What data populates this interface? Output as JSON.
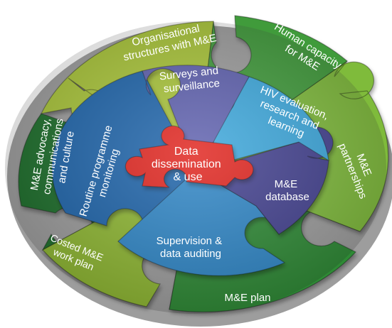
{
  "diagram": {
    "center": {
      "lines": [
        "Data",
        "dissemination",
        "& use"
      ],
      "color": "#e0201b"
    },
    "middle_ring": [
      {
        "id": "surveys",
        "lines": [
          "Surveys and",
          "surveillance"
        ],
        "color": "#5d5fae"
      },
      {
        "id": "hiv",
        "lines": [
          "HIV evaluation,",
          "research  and",
          "learning"
        ],
        "color": "#3aa7dc"
      },
      {
        "id": "database",
        "lines": [
          "M&E",
          "database"
        ],
        "color": "#42408f"
      },
      {
        "id": "supervision",
        "lines": [
          "Supervision &",
          "data auditing"
        ],
        "color": "#2e86c7"
      },
      {
        "id": "routine",
        "lines": [
          "Routine programme",
          "monitoring"
        ],
        "color": "#1d63aa"
      }
    ],
    "outer_ring": [
      {
        "id": "org-structures",
        "lines": [
          "Organisational",
          "structures with M&E"
        ],
        "color": "#a9c539"
      },
      {
        "id": "human-capacity",
        "lines": [
          "Human capacity",
          "for M&E"
        ],
        "color": "#3f9b3b"
      },
      {
        "id": "partnerships",
        "lines": [
          "M&E",
          "partnerships"
        ],
        "color": "#7fbb3b"
      },
      {
        "id": "me-plan",
        "lines": [
          "M&E plan"
        ],
        "color": "#2e8a36"
      },
      {
        "id": "costed-plan",
        "lines": [
          "Costed M&E",
          "work plan"
        ],
        "color": "#8fb832"
      },
      {
        "id": "advocacy",
        "lines": [
          "M&E advocacy,",
          "communications",
          "and culture"
        ],
        "color": "#1f6e2a"
      }
    ]
  }
}
